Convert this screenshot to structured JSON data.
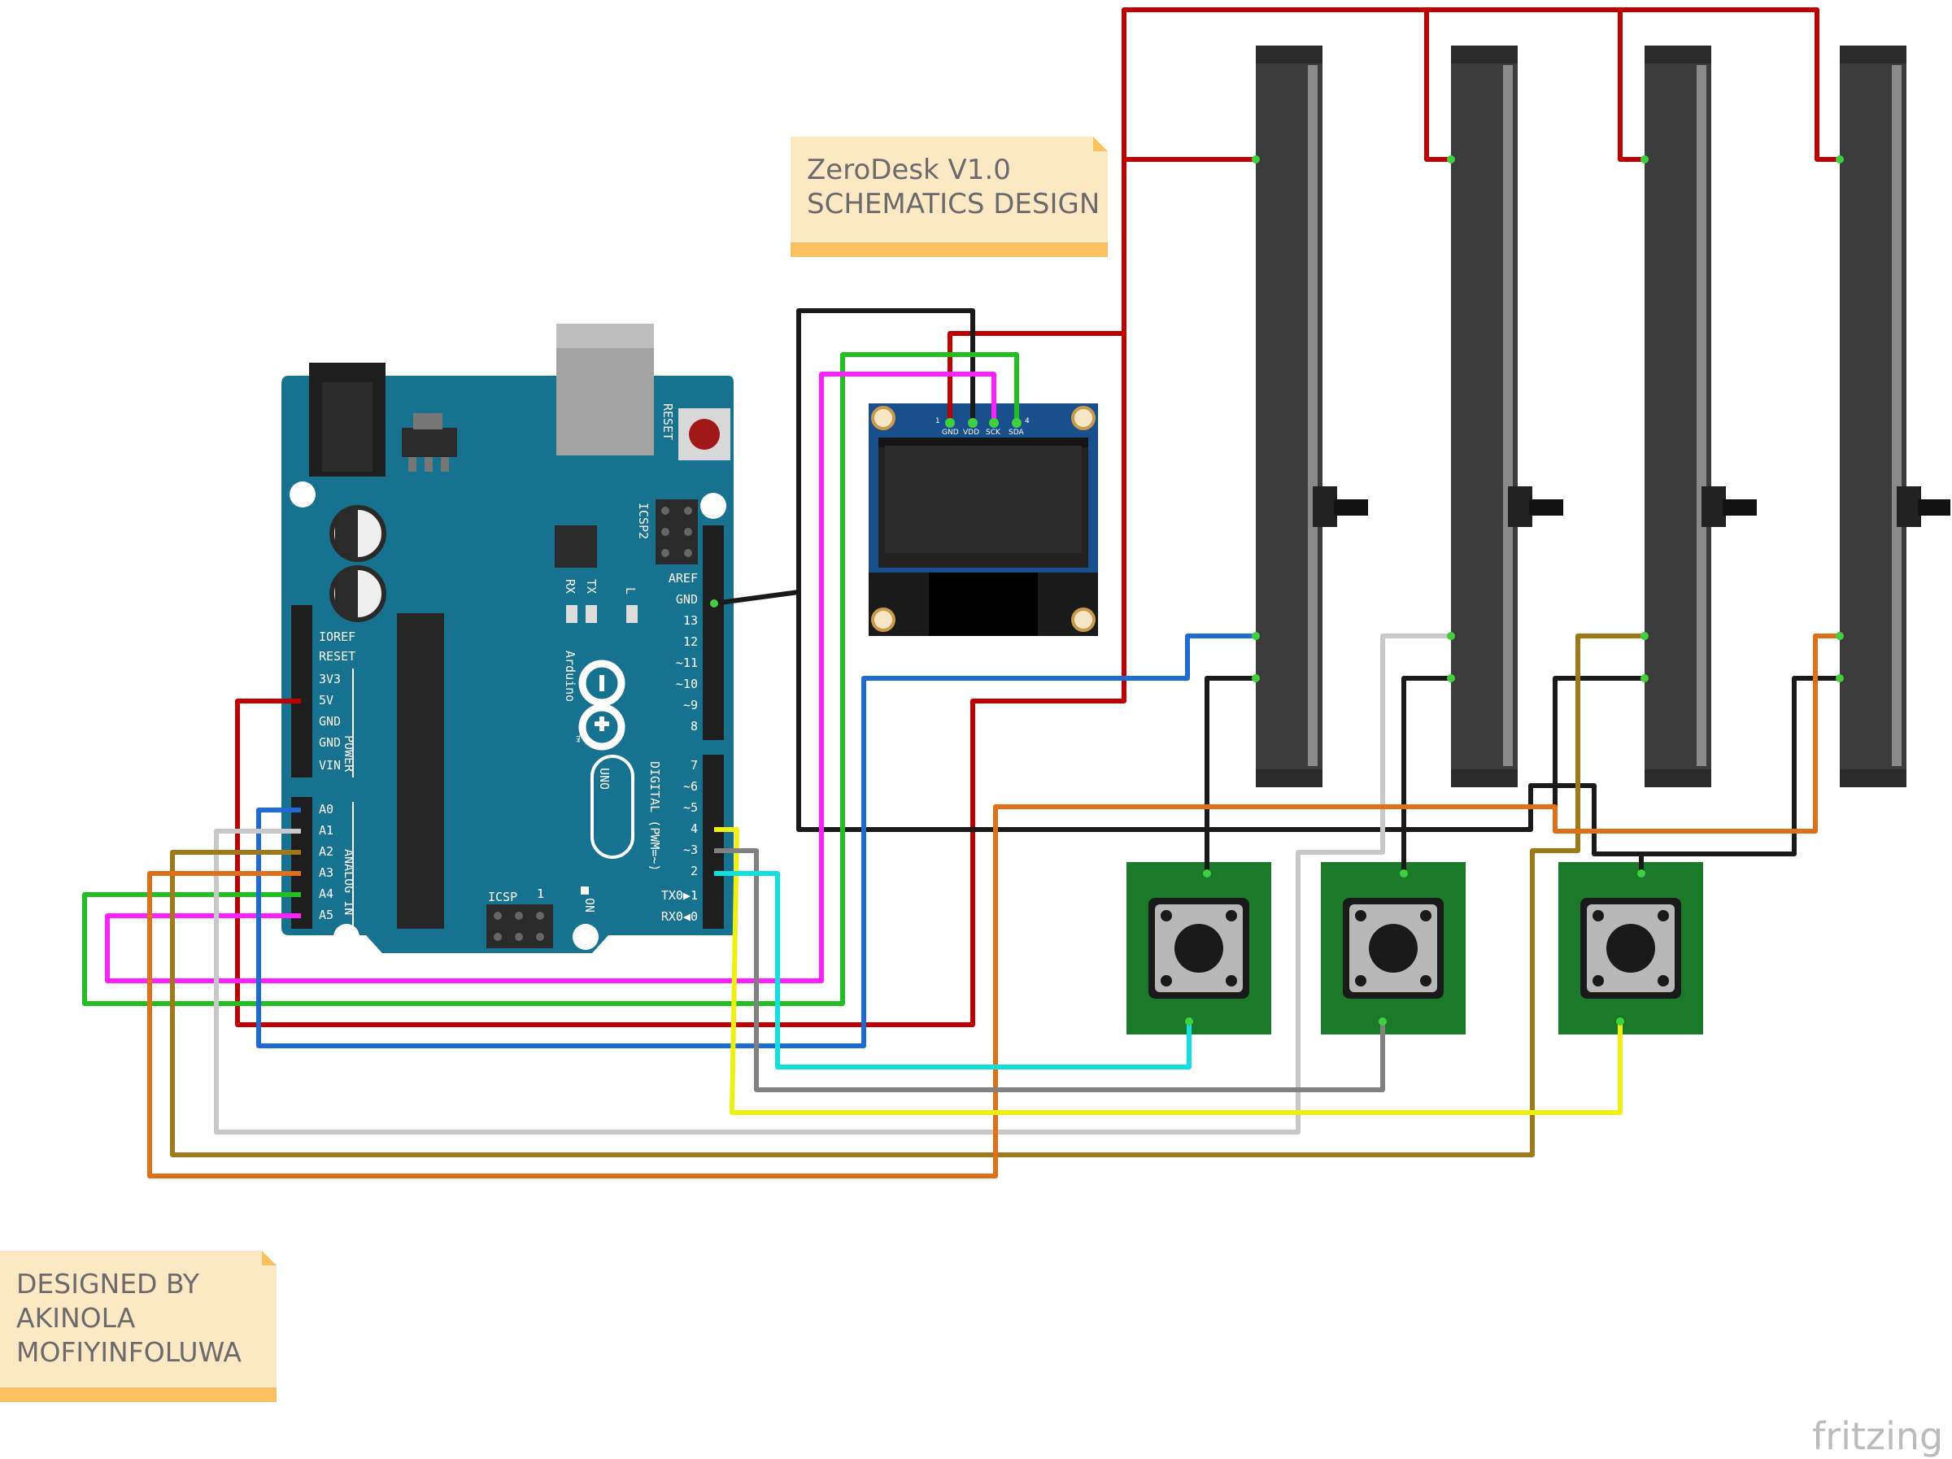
{
  "notes": {
    "title_note": {
      "line1": "ZeroDesk  V1.0",
      "line2": "SCHEMATICS DESIGN"
    },
    "author_note": {
      "line1": "DESIGNED BY",
      "line2": "AKINOLA",
      "line3": "MOFIYINFOLUWA"
    }
  },
  "brand": "fritzing",
  "arduino": {
    "reset_label": "RESET",
    "icsp2_label": "ICSP2",
    "icsp_label": "ICSP",
    "icsp_pin1": "1",
    "tx_label": "TX",
    "rx_label": "RX",
    "l_label": "L",
    "on_label": "ON",
    "brand_label": "Arduino",
    "tm": "™",
    "model_label": "UNO",
    "digital_label": "DIGITAL (PWM=~)",
    "power_label": "POWER",
    "analog_label": "ANALOG IN",
    "power_pins": [
      "IOREF",
      "RESET",
      "3V3",
      "5V",
      "GND",
      "GND",
      "VIN"
    ],
    "analog_pins": [
      "A0",
      "A1",
      "A2",
      "A3",
      "A4",
      "A5"
    ],
    "top_header_pins": [
      "AREF",
      "GND",
      "13",
      "12",
      "~11",
      "~10",
      "~9",
      "8"
    ],
    "bottom_header_pins": [
      "7",
      "~6",
      "~5",
      "4",
      "~3",
      "2",
      "TX0▶1",
      "RX0◀0"
    ]
  },
  "oled": {
    "pins": [
      "GND",
      "VDD",
      "SCK",
      "SDA"
    ],
    "pin1": "1",
    "pin4": "4"
  },
  "components": {
    "sliders": [
      "slide-potentiometer-1",
      "slide-potentiometer-2",
      "slide-potentiometer-3",
      "slide-potentiometer-4"
    ],
    "buttons": [
      "push-button-1",
      "push-button-2",
      "push-button-3"
    ]
  },
  "colors": {
    "red": "#c00000",
    "black": "#1a1a1a",
    "green": "#20c020",
    "magenta": "#ff20ff",
    "blue": "#1e6bd6",
    "cyan": "#10e0e0",
    "gray": "#808080",
    "yellow": "#f0f010",
    "white_wire": "#c8c8c8",
    "brown": "#a07818",
    "orange": "#e07018",
    "board": "#16728f",
    "pcb_green": "#1a7a2a",
    "note_bg": "#fde8c4",
    "note_bar": "#f8c060"
  }
}
